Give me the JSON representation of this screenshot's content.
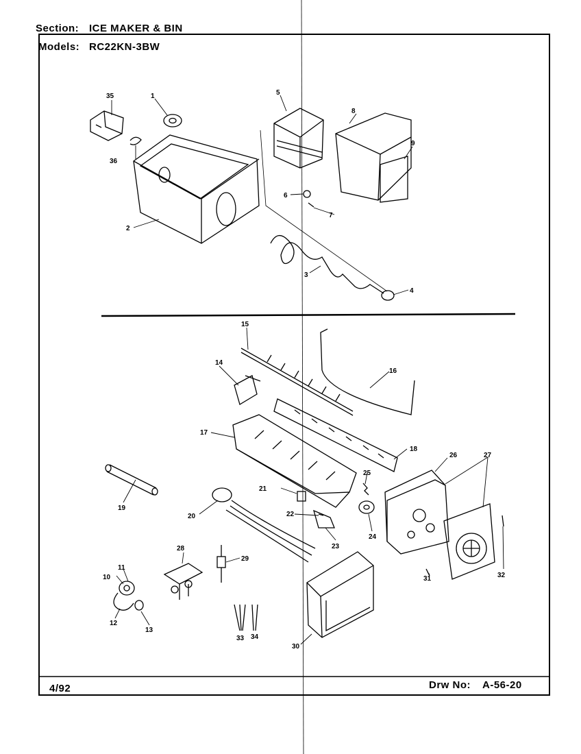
{
  "header": {
    "section_label": "Section:",
    "section_value": "ICE MAKER & BIN",
    "models_label": "Models:",
    "models_value": "RC22KN-3BW"
  },
  "footer": {
    "date": "4/92",
    "drawing_label": "Drw No:",
    "drawing_value": "A-56-20"
  },
  "parts": {
    "p1": "1",
    "p2": "2",
    "p3": "3",
    "p4": "4",
    "p5": "5",
    "p6": "6",
    "p7": "7",
    "p8": "8",
    "p9": "9",
    "p10": "10",
    "p11": "11",
    "p12": "12",
    "p13": "13",
    "p14": "14",
    "p15": "15",
    "p16": "16",
    "p17": "17",
    "p18": "18",
    "p19": "19",
    "p20": "20",
    "p21": "21",
    "p22": "22",
    "p23": "23",
    "p24": "24",
    "p25": "25",
    "p26": "26",
    "p27": "27",
    "p28": "28",
    "p29": "29",
    "p30": "30",
    "p31": "31",
    "p32": "32",
    "p33": "33",
    "p34": "34",
    "p35": "35",
    "p36": "36"
  }
}
